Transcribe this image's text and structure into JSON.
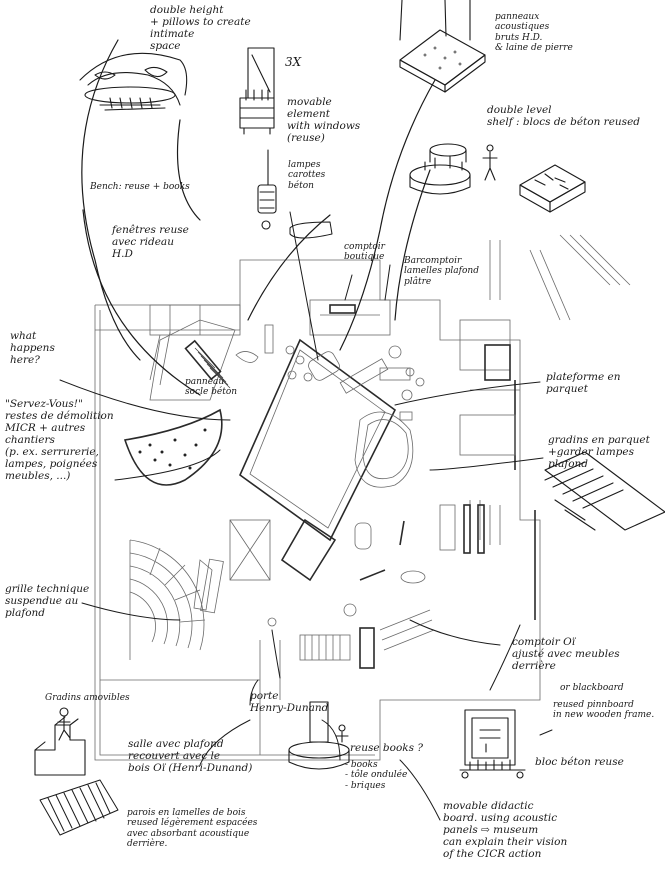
{
  "annotations": {
    "double_height": "double height\n+ pillows to create\nintimate\nspace",
    "bench": "Bench: reuse + books",
    "movable_element": "movable\nelement\nwith windows\n(reuse)",
    "count_3x": "3X",
    "panneaux": "panneaux\nacoustiques\nbruts H.D.\n& laine de pierre",
    "lampes": "lampes\ncarottes\nbéton",
    "double_level": "double level\nshelf : blocs de béton reused",
    "fenetres": "fenêtres reuse\navec rideau\nH.D",
    "comptoir_boutique": "comptoir\nboutique",
    "bar_comptoir": "Barcomptoir\nlamelles plafond\nplâtre",
    "what_happens": "what\nhappens\nhere?",
    "panneau_socle": "panneau\nsocle béton",
    "plateforme": "plateforme en parquet",
    "servez_vous": "\"Servez-Vous!\"\nrestes de démolition\nMICR + autres\nchantiers\n(p. ex. serrurerie,\nlampes, poignées\nmeubles, ...)",
    "gradins_parquet": "gradins en parquet\n+garder lampes\nplafond",
    "grille": "grille technique\nsuspendue au\nplafond",
    "comptoir_oi": "comptoir Oï\najusté avec meubles\nderrière",
    "blackboard": "or blackboard",
    "pinboard": "reused pinnboard\nin new wooden frame.",
    "gradins_amovibles": "Gradins amovibles",
    "porte": "porte\nHenry-Dunand",
    "salle_plafond": "salle avec plafond\nrecouvert avec le\nbois Oï (Henri-Dunand)",
    "bloc_beton": "bloc béton reuse",
    "reuse_books": "reuse books ?",
    "reuse_items": "- books\n- tôle ondulée\n- briques",
    "didactic": "movable didactic\nboard. using acoustic\npanels ⇨ museum\ncan explain their vision\nof the CICR action",
    "parois": "parois en lamelles de bois\nreused légèrement espacées\navec absorbant acoustique\nderrière."
  },
  "icons": [
    "sofa-sketch",
    "cabinet-sketch",
    "acoustic-panel-sketch",
    "lamp-sketch",
    "shelf-sketch",
    "block-sketch",
    "steps-sketch",
    "board-sketch",
    "planter-sketch",
    "slat-wall-sketch",
    "stairs-sketch"
  ]
}
